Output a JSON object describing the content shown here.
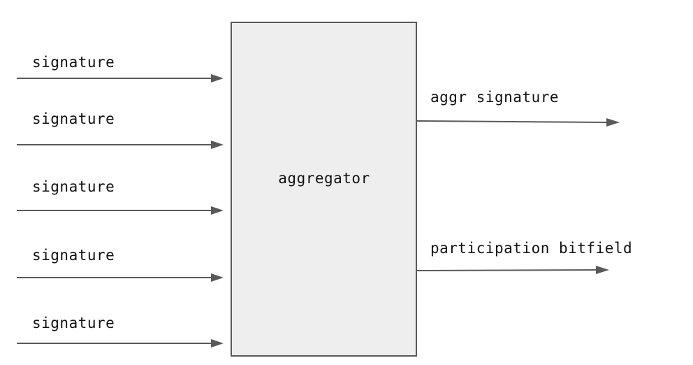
{
  "diagram": {
    "box_label": "aggregator",
    "inputs": [
      {
        "label": "signature"
      },
      {
        "label": "signature"
      },
      {
        "label": "signature"
      },
      {
        "label": "signature"
      },
      {
        "label": "signature"
      }
    ],
    "outputs": [
      {
        "label": "aggr signature"
      },
      {
        "label": "participation bitfield"
      }
    ],
    "colors": {
      "box_fill": "#eeeeee",
      "line": "#595959",
      "text": "#111111"
    }
  }
}
